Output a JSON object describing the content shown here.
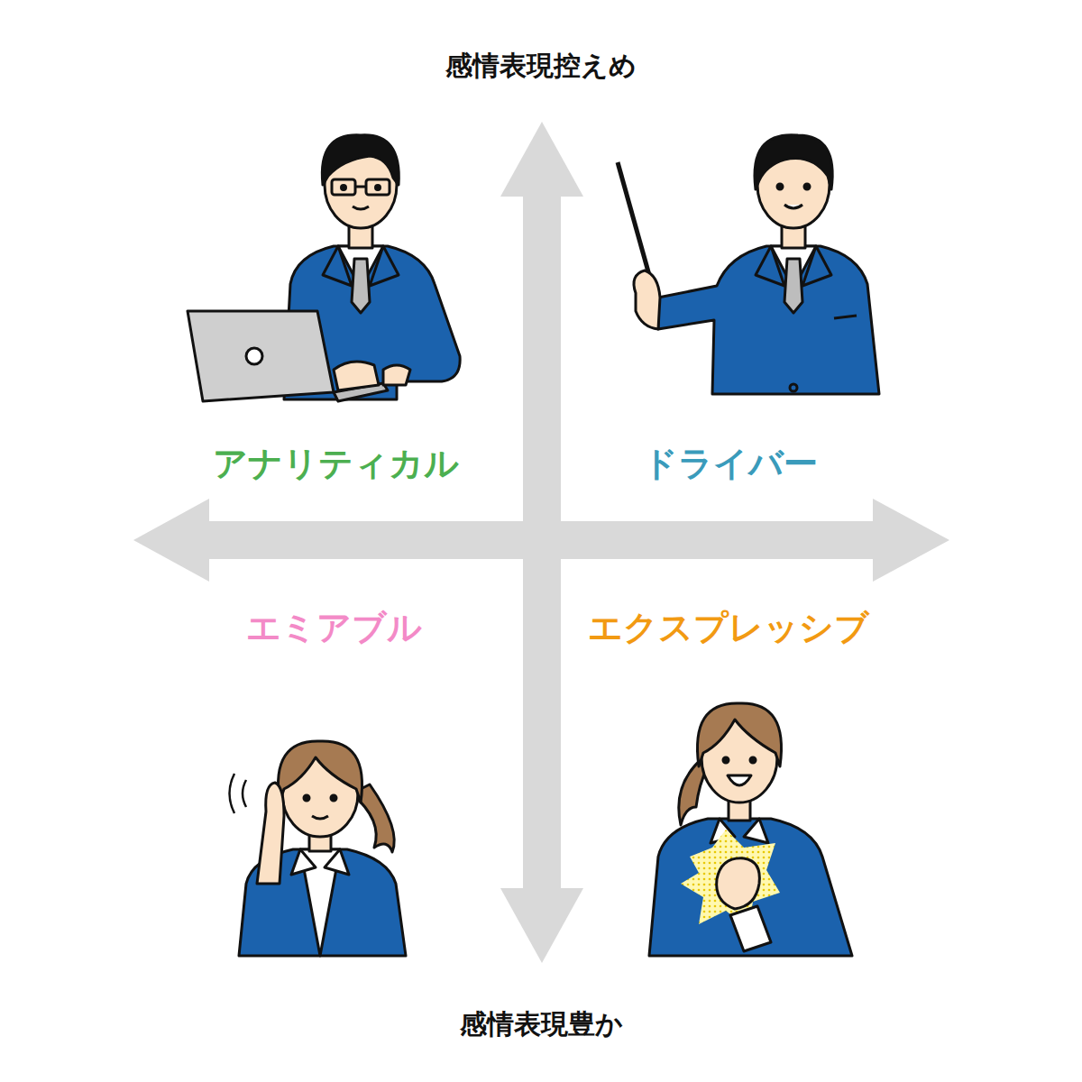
{
  "diagram": {
    "labels": [
      "感情表現控えめ",
      "アナリティカル",
      "ドライバー",
      "エミアブル",
      "エクスプレッシブ",
      "感情表現豊か"
    ]
  }
}
